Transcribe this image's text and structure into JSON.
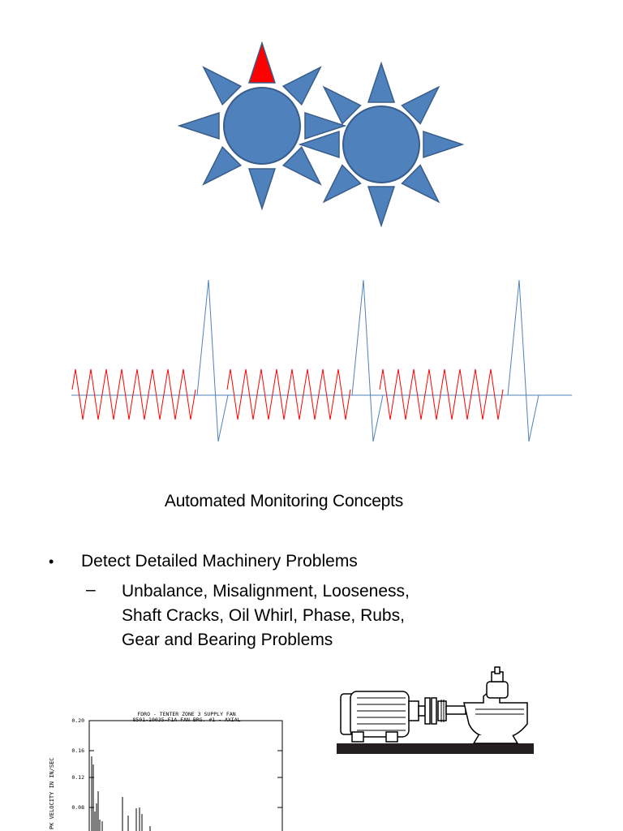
{
  "slide": {
    "title": "Automated Monitoring Concepts",
    "bullet_marker": "•",
    "bullet": "Detect Detailed Machinery Problems",
    "sub_marker": "–",
    "sub_bullet": "Unbalance, Misalignment, Looseness, Shaft Cracks, Oil Whirl, Phase, Rubs, Gear and Bearing Problems"
  },
  "spectrum_plot": {
    "header_line1": "FDRO - TENTER ZONE 3 SUPPLY FAN",
    "header_line2": "8501-10035-F1A   FAN BRG. #1 - AXIAL",
    "ylabel": "PK VELOCITY IN IN/SEC",
    "y_ticks": [
      "0.20",
      "0.16",
      "0.12",
      "0.08"
    ]
  },
  "colors": {
    "gear_fill": "#4F81BD",
    "gear_stroke": "#385D8A",
    "marker_tooth": "#FF0000",
    "wave_red": "#FF0000",
    "wave_blue": "#4F81BD",
    "machine_base": "#231F20"
  },
  "icons": {
    "gears": "meshing-gears-diagram",
    "waveform": "impact-waveform-diagram",
    "machine": "motor-pump-drawing"
  }
}
